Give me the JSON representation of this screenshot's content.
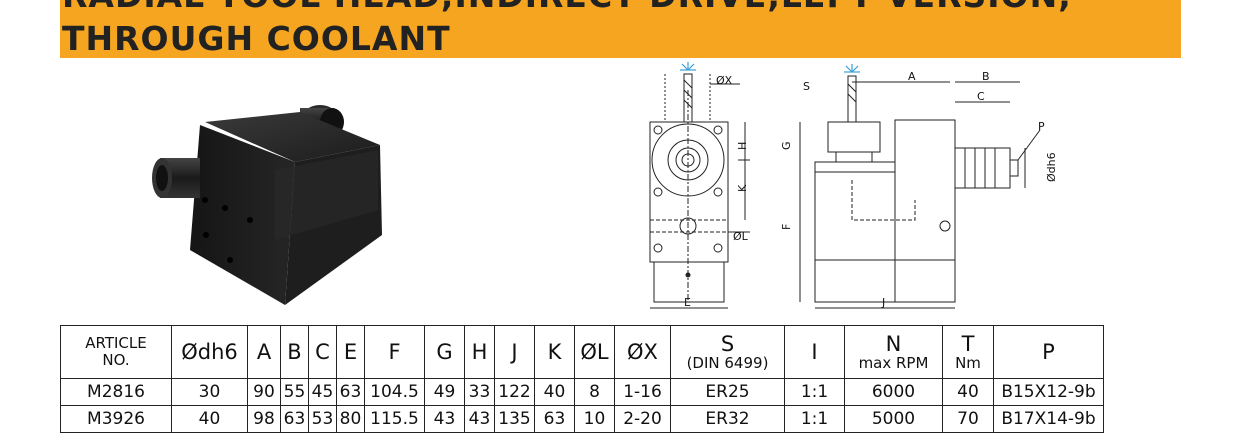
{
  "title": {
    "line1": "RADIAL TOOL HEAD,INDIRECT DRIVE,LEFT VERSION,",
    "line2": "THROUGH COOLANT"
  },
  "drawing_labels": {
    "ox": "ØX",
    "a": "A",
    "b": "B",
    "c": "C",
    "s": "S",
    "p": "P",
    "g": "G",
    "h": "H",
    "k": "K",
    "f": "F",
    "ol": "ØL",
    "e": "E",
    "j": "J",
    "odh6": "Ødh6"
  },
  "table": {
    "headers": [
      {
        "main": "ARTICLE",
        "sub": "NO."
      },
      {
        "main": "Ødh6"
      },
      {
        "main": "A"
      },
      {
        "main": "B"
      },
      {
        "main": "C"
      },
      {
        "main": "E"
      },
      {
        "main": "F"
      },
      {
        "main": "G"
      },
      {
        "main": "H"
      },
      {
        "main": "J"
      },
      {
        "main": "K"
      },
      {
        "main": "ØL"
      },
      {
        "main": "ØX"
      },
      {
        "main": "S",
        "sub": "(DIN 6499)"
      },
      {
        "main": "I"
      },
      {
        "main": "N",
        "sub": "max RPM"
      },
      {
        "main": "T",
        "sub": "Nm"
      },
      {
        "main": "P"
      }
    ],
    "rows": [
      [
        "M2816",
        "30",
        "90",
        "55",
        "45",
        "63",
        "104.5",
        "49",
        "33",
        "122",
        "40",
        "8",
        "1-16",
        "ER25",
        "1:1",
        "6000",
        "40",
        "B15X12-9b"
      ],
      [
        "M3926",
        "40",
        "98",
        "63",
        "53",
        "80",
        "115.5",
        "43",
        "43",
        "135",
        "63",
        "10",
        "2-20",
        "ER32",
        "1:1",
        "5000",
        "70",
        "B17X14-9b"
      ]
    ]
  }
}
